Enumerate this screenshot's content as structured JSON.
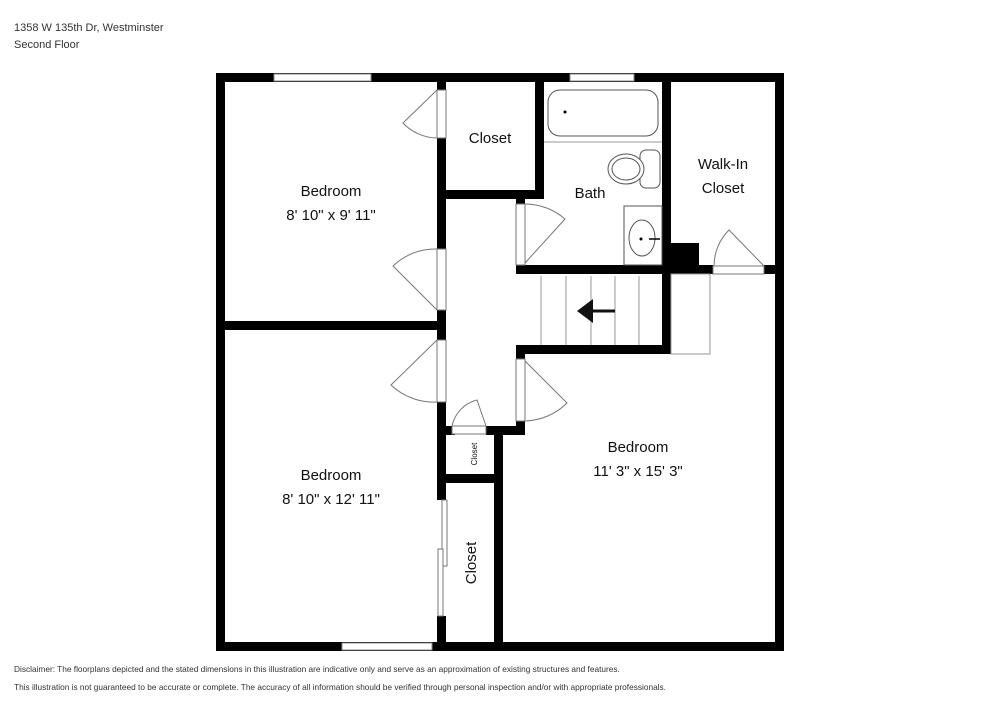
{
  "header": {
    "address": "1358 W 135th Dr, Westminster",
    "floor": "Second Floor"
  },
  "rooms": {
    "bedroom_top_left": {
      "name": "Bedroom",
      "dims": "8' 10\" x 9' 11\""
    },
    "bedroom_bottom_left": {
      "name": "Bedroom",
      "dims": "8' 10\" x 12' 11\""
    },
    "bedroom_right": {
      "name": "Bedroom",
      "dims": "11' 3\" x 15' 3\""
    },
    "closet_top": {
      "name": "Closet"
    },
    "bath": {
      "name": "Bath"
    },
    "walk_in_closet": {
      "name_line1": "Walk-In",
      "name_line2": "Closet"
    },
    "closet_small": {
      "name": "Closet"
    },
    "closet_tall": {
      "name": "Closet"
    }
  },
  "disclaimer": {
    "line1": "Disclaimer: The floorplans depicted and the stated dimensions in this illustration are indicative only and serve as an approximation of existing structures and features.",
    "line2": "This illustration is not guaranteed to be accurate or complete. The accuracy of all information should be verified through personal inspection and/or with appropriate professionals."
  },
  "colors": {
    "wall": "#000000",
    "background": "#ffffff",
    "text": "#222222"
  }
}
